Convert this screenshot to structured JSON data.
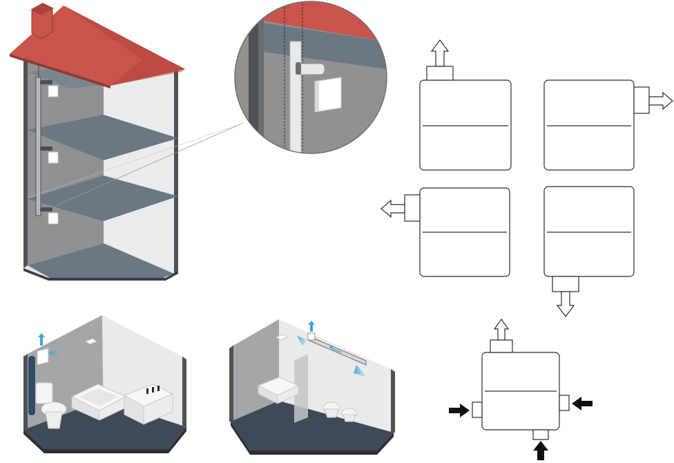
{
  "figure": {
    "panels": [
      {
        "id": "house-cutaway",
        "icon": "house-cutaway-illustration",
        "floors": 3,
        "fans_per_floor": 1,
        "shared_vertical_duct": true,
        "roof_color": "#c9544b"
      },
      {
        "id": "zoom-detail",
        "icon": "magnified-duct-and-fan-detail"
      },
      {
        "id": "outlet-options",
        "icon": "fan-unit-outlet-direction",
        "directions": [
          "up",
          "right",
          "left",
          "down"
        ]
      },
      {
        "id": "inlet-options",
        "icon": "fan-unit-inlets-and-top-outlet",
        "outlet": "up",
        "inlets": [
          "left",
          "right",
          "bottom"
        ]
      },
      {
        "id": "bathroom-1",
        "icon": "bathroom-with-wall-mounted-fan"
      },
      {
        "id": "bathroom-2",
        "icon": "bathroom-with-ceiling-duct-fan"
      }
    ],
    "colors": {
      "wall": "#8f9193",
      "floor": "#6c7784",
      "roof": "#c9544b",
      "airflow": "#3aa7de",
      "outline": "#3a3a3a"
    }
  }
}
